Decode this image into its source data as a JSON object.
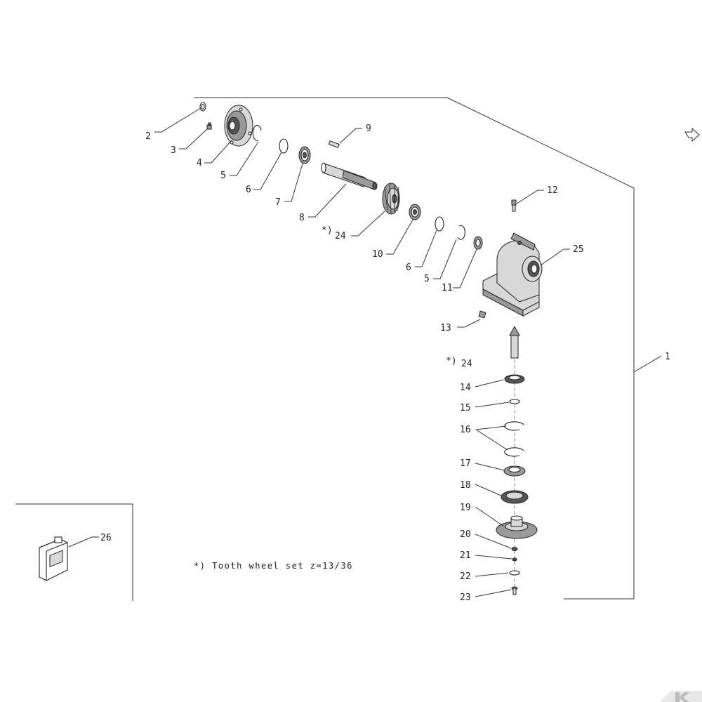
{
  "diagram": {
    "callouts": [
      {
        "id": "c1",
        "text": "1"
      },
      {
        "id": "c2",
        "text": "2"
      },
      {
        "id": "c3",
        "text": "3"
      },
      {
        "id": "c4",
        "text": "4"
      },
      {
        "id": "c5a",
        "text": "5"
      },
      {
        "id": "c6a",
        "text": "6"
      },
      {
        "id": "c7",
        "text": "7"
      },
      {
        "id": "c8",
        "text": "8"
      },
      {
        "id": "c9",
        "text": "9"
      },
      {
        "id": "c24a",
        "text": "24"
      },
      {
        "id": "c10",
        "text": "10"
      },
      {
        "id": "c6b",
        "text": "6"
      },
      {
        "id": "c5b",
        "text": "5"
      },
      {
        "id": "c11",
        "text": "11"
      },
      {
        "id": "c12",
        "text": "12"
      },
      {
        "id": "c25",
        "text": "25"
      },
      {
        "id": "c13",
        "text": "13"
      },
      {
        "id": "c24b",
        "text": "24"
      },
      {
        "id": "c14",
        "text": "14"
      },
      {
        "id": "c15",
        "text": "15"
      },
      {
        "id": "c16",
        "text": "16"
      },
      {
        "id": "c17",
        "text": "17"
      },
      {
        "id": "c18",
        "text": "18"
      },
      {
        "id": "c19",
        "text": "19"
      },
      {
        "id": "c20",
        "text": "20"
      },
      {
        "id": "c21",
        "text": "21"
      },
      {
        "id": "c22",
        "text": "22"
      },
      {
        "id": "c23",
        "text": "23"
      },
      {
        "id": "c26",
        "text": "26"
      }
    ],
    "asterisk_marks": [
      "*)",
      "*)"
    ],
    "footnote": "*) Tooth wheel set z=13/36",
    "colors": {
      "line": "#333333",
      "dark_fill": "#555555",
      "mid_fill": "#9a9a9a",
      "light_fill": "#d8d8d8",
      "logo_bg": "#e8e8e8"
    },
    "icons": {
      "next_page": "arrow-right-icon",
      "brand_logo": "k-logo-icon"
    }
  }
}
